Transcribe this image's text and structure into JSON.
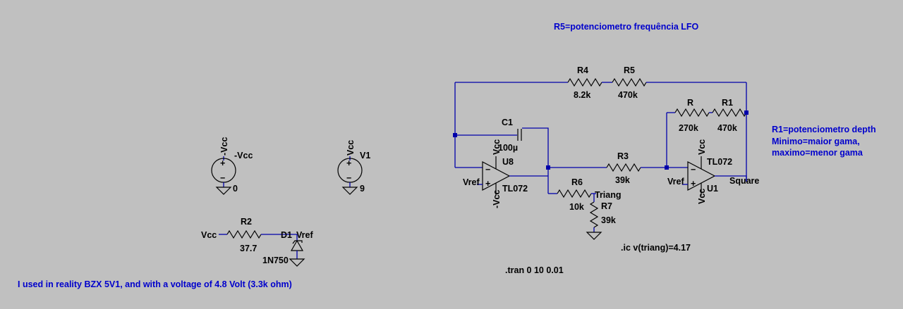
{
  "comments": {
    "r5_note": "R5=potenciometro frequência LFO",
    "r1_note_line1": "R1=potenciometro depth",
    "r1_note_line2": "Minimo=maior gama,",
    "r1_note_line3": "maximo=menor gama",
    "bottom_note": "I used in reality BZX 5V1, and with a voltage of 4.8 Volt (3.3k ohm)"
  },
  "directives": {
    "ic": ".ic v(triang)=4.17",
    "tran": ".tran 0 10 0.01"
  },
  "components": {
    "r4": {
      "name": "R4",
      "value": "8.2k"
    },
    "r5": {
      "name": "R5",
      "value": "470k"
    },
    "r": {
      "name": "R",
      "value": "270k"
    },
    "r1": {
      "name": "R1",
      "value": "470k"
    },
    "c1": {
      "name": "C1",
      "value": "100µ"
    },
    "r3": {
      "name": "R3",
      "value": "39k"
    },
    "r6": {
      "name": "R6",
      "value": "10k"
    },
    "r7": {
      "name": "R7",
      "value": "39k"
    },
    "r2": {
      "name": "R2",
      "value": "37.7"
    },
    "d1": {
      "name": "D1",
      "value": "1N750"
    },
    "u8": {
      "name": "U8",
      "value": "TL072"
    },
    "u1": {
      "name": "U1",
      "value": "TL072"
    },
    "vcc_src": {
      "value": "0"
    },
    "v1": {
      "name": "V1",
      "value": "9"
    }
  },
  "nets": {
    "neg_vcc_src_top": "-Vcc",
    "neg_vcc_src_label": "-Vcc",
    "vcc_v1_top": "Vcc",
    "vcc_r2": "Vcc",
    "vref_d1": "Vref",
    "vref_u8": "Vref",
    "vcc_u8_top": "Vcc",
    "neg_vcc_u8_bottom": "-Vcc",
    "vref_u1": "Vref",
    "vcc_u1_top": "Vcc",
    "vcc_u1_bottom": "Vcc",
    "triang": "Triang",
    "square": "Square"
  },
  "symbols": {
    "plus": "+",
    "minus": "−"
  }
}
